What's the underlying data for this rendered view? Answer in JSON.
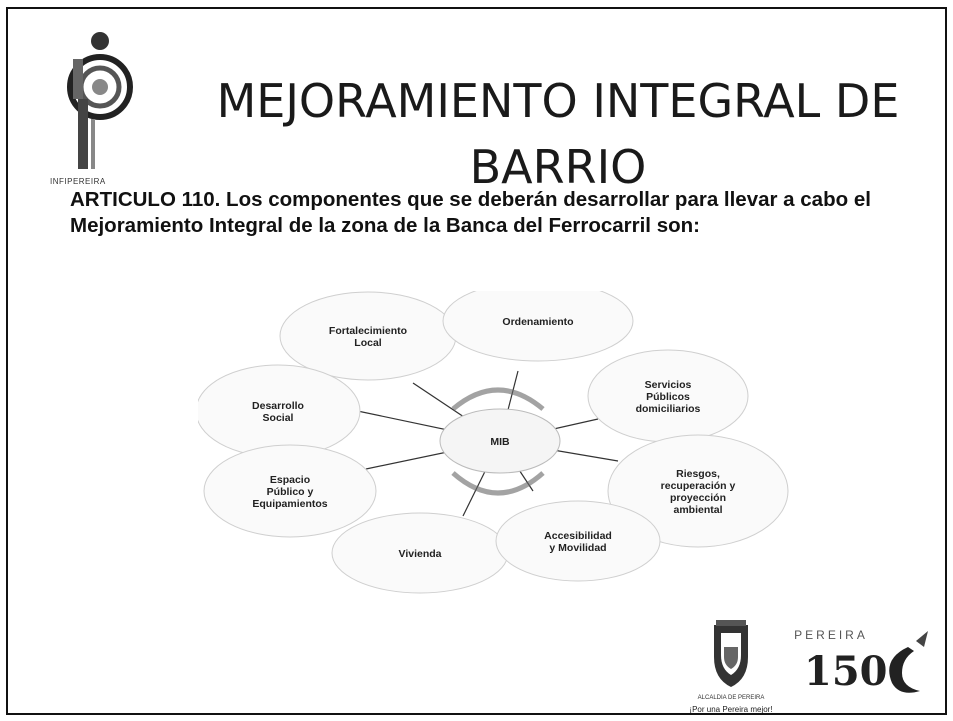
{
  "slide": {
    "logo_caption": "INFIPEREIRA",
    "title_line1": "MEJORAMIENTO INTEGRAL DE",
    "title_line2": "BARRIO",
    "body": "ARTICULO 110. Los componentes que se deberán desarrollar para llevar a cabo el Mejoramiento Integral de la zona de la Banca del Ferrocarril son:"
  },
  "diagram": {
    "center": "MIB",
    "nodes": [
      {
        "lines": [
          "Fortalecimiento",
          "Local"
        ]
      },
      {
        "lines": [
          "Ordenamiento"
        ]
      },
      {
        "lines": [
          "Servicios",
          "Públicos",
          "domiciliarios"
        ]
      },
      {
        "lines": [
          "Desarrollo",
          "Social"
        ]
      },
      {
        "lines": [
          "Espacio",
          "Público y",
          "Equipamientos"
        ]
      },
      {
        "lines": [
          "Riesgos,",
          "recuperación y",
          "proyección",
          "ambiental"
        ]
      },
      {
        "lines": [
          "Vivienda"
        ]
      },
      {
        "lines": [
          "Accesibilidad",
          "y Movilidad"
        ]
      }
    ]
  },
  "footer": {
    "alcaldia_caption": "ALCALDIA DE PEREIRA",
    "alcaldia_tag": "¡Por una Pereira mejor!",
    "pereira_word": "PEREIRA",
    "anniversary_number": "150"
  }
}
